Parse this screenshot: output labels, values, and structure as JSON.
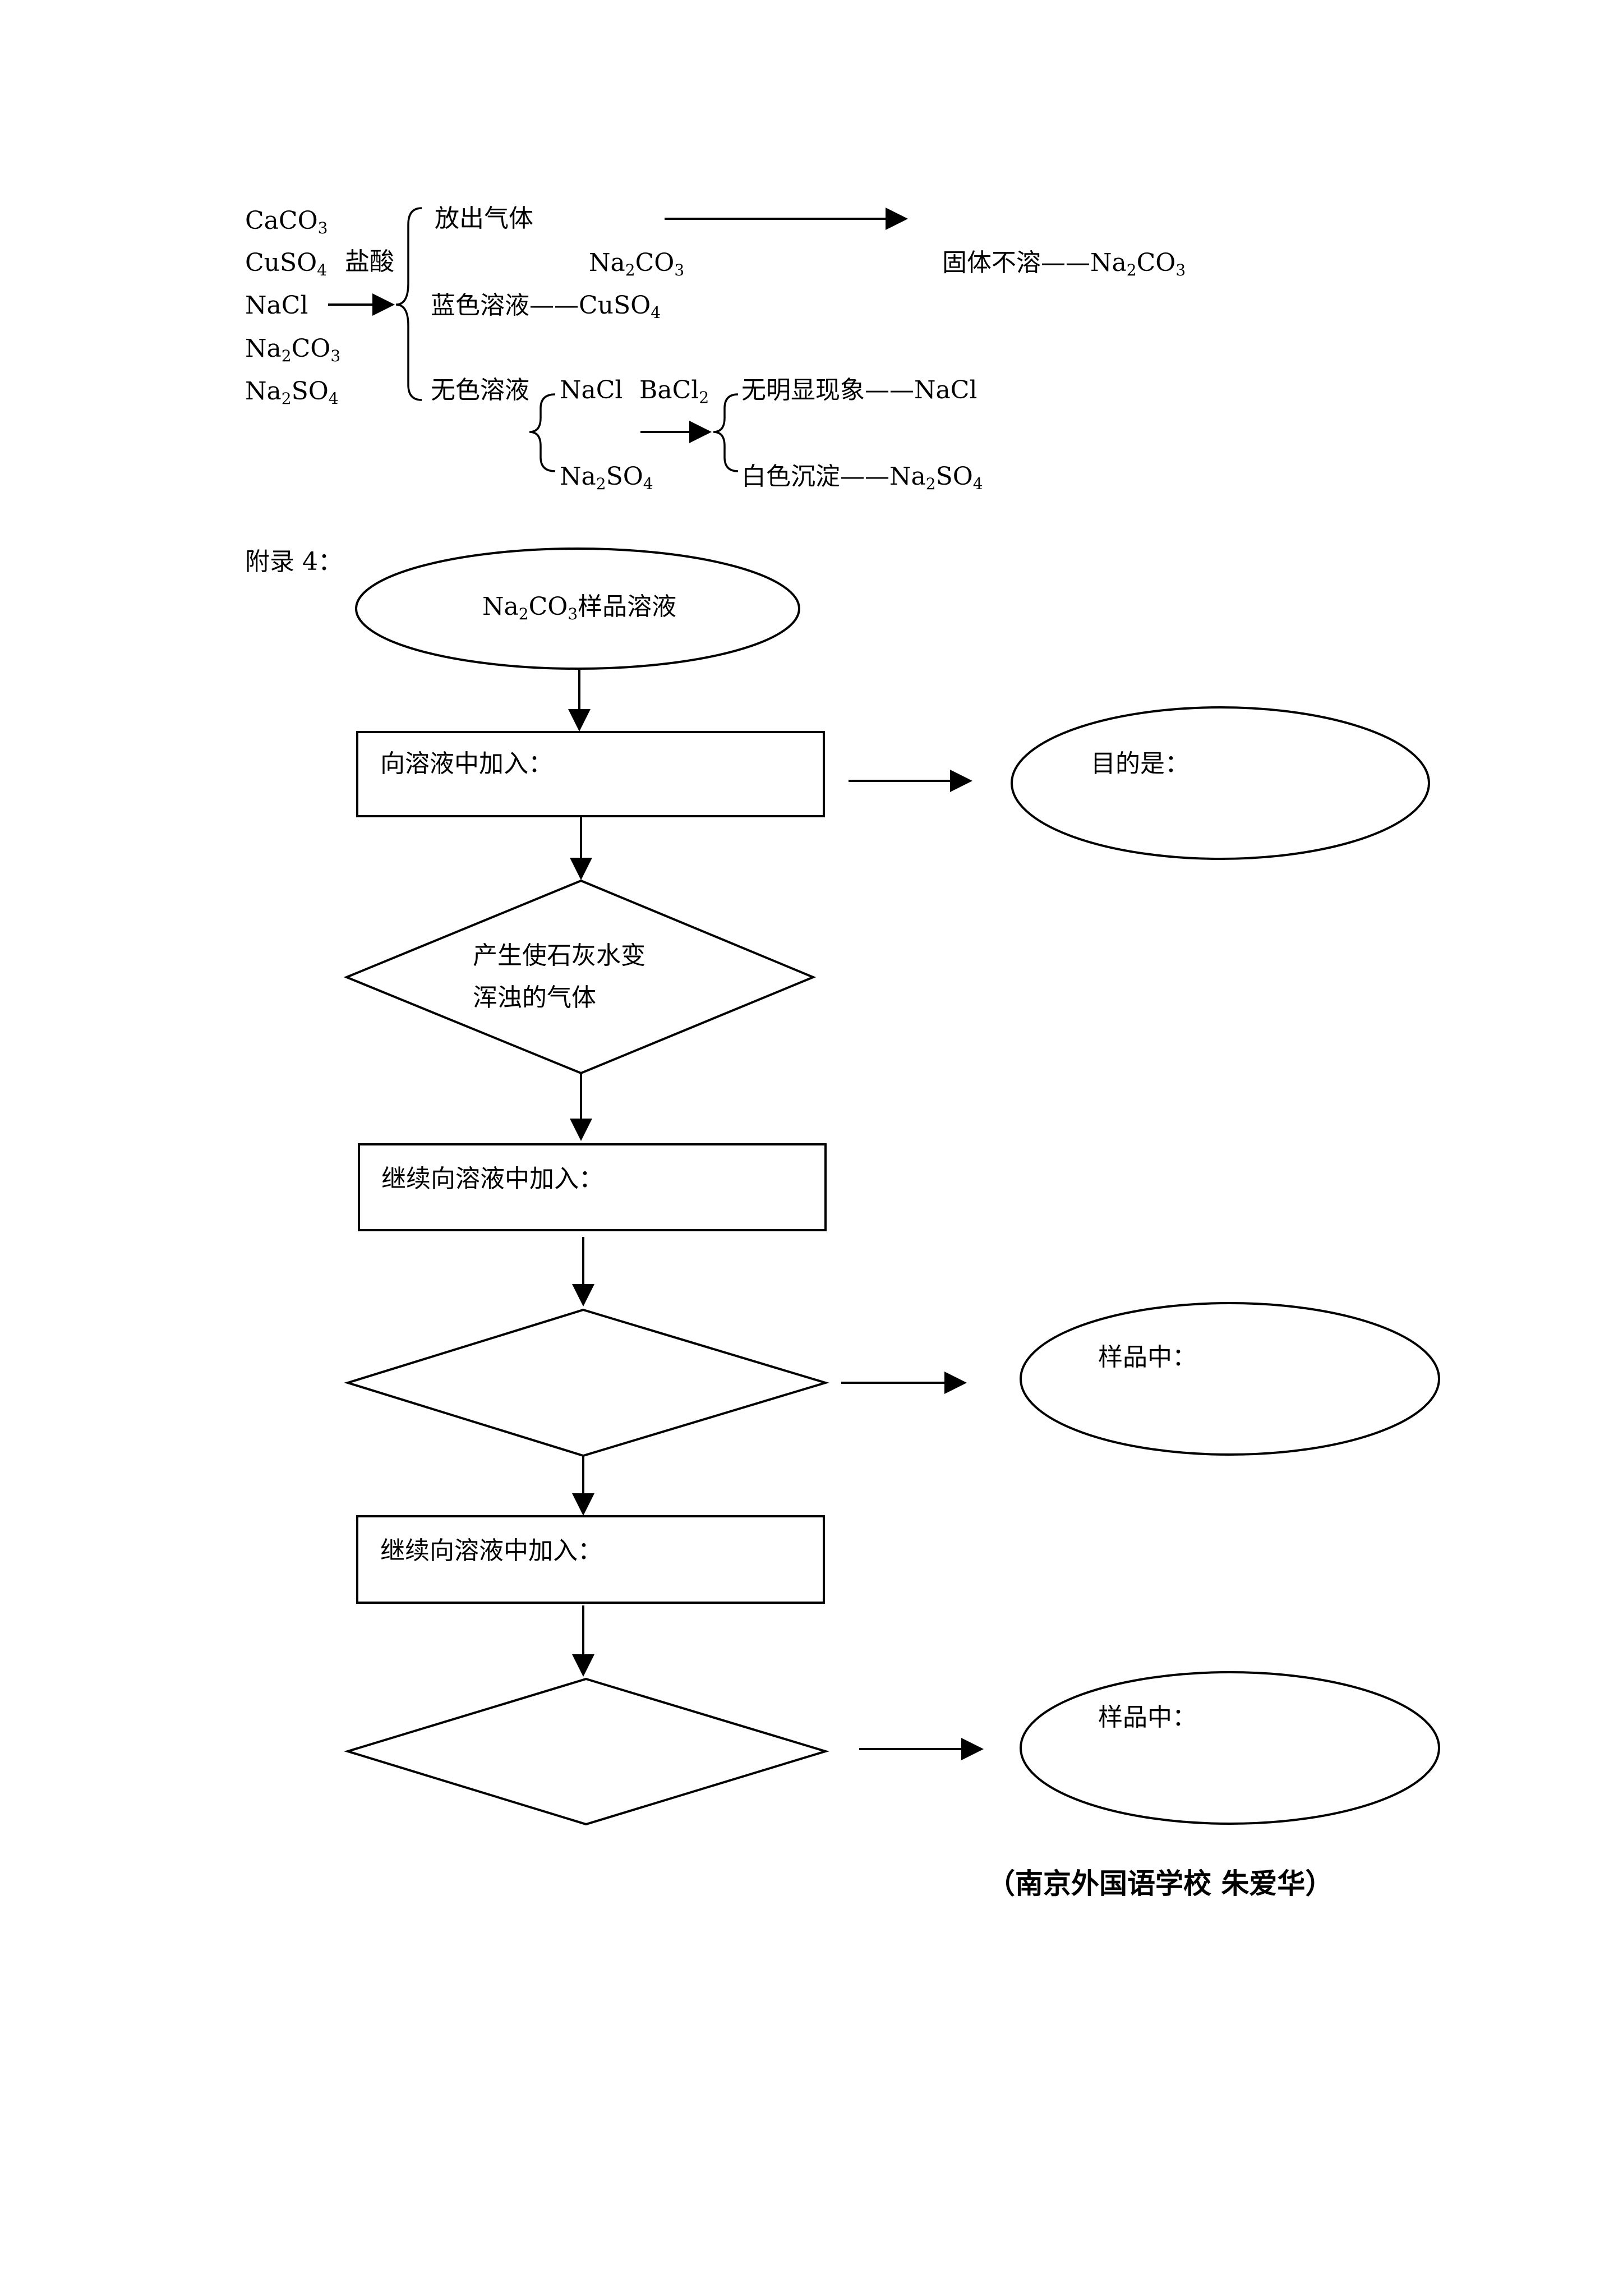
{
  "part1": {
    "samples": [
      {
        "base": "CaCO",
        "sub": "3",
        "tail": ""
      },
      {
        "base": "CuSO",
        "sub": "4",
        "tail": ""
      },
      {
        "base": "NaCl",
        "sub": "",
        "tail": ""
      },
      {
        "base": "Na",
        "sub": "2",
        "tail": "CO",
        "sub2": "3"
      },
      {
        "base": "Na",
        "sub": "2",
        "tail": "SO",
        "sub2": "4"
      }
    ],
    "reagent_hcl": "盐酸",
    "branch_gas": "放出气体",
    "gas_result": {
      "a": "Na",
      "a_sub": "2",
      "b": "CO",
      "b_sub": "3"
    },
    "branch_blue": {
      "a": "蓝色溶液——CuSO",
      "a_sub": "4"
    },
    "branch_colorless": "无色溶液",
    "solid_insoluble": {
      "a": "固体不溶——Na",
      "a_sub": "2",
      "b": "CO",
      "b_sub": "3"
    },
    "sub_nacl": "NaCl",
    "sub_na2so4": {
      "a": "Na",
      "a_sub": "2",
      "b": "SO",
      "b_sub": "4"
    },
    "reagent_bacl2": {
      "a": "BaCl",
      "a_sub": "2"
    },
    "result_nacl": "无明显现象——NaCl",
    "result_na2so4": {
      "a": "白色沉淀——Na",
      "a_sub": "2",
      "b": "SO",
      "b_sub": "4"
    }
  },
  "appendix": {
    "label": "附录 4：",
    "start": {
      "a": "Na",
      "a_sub": "2",
      "b": "CO",
      "b_sub": "3",
      "c": "样品溶液"
    },
    "step1": "向溶液中加入：",
    "purpose": "目的是：",
    "decision1_line1": "产生使石灰水变",
    "decision1_line2": "浑浊的气体",
    "step2": "继续向溶液中加入：",
    "sample_result1": "样品中：",
    "step3": "继续向溶液中加入：",
    "sample_result2": "样品中："
  },
  "credit": "（南京外国语学校  朱爱华）"
}
